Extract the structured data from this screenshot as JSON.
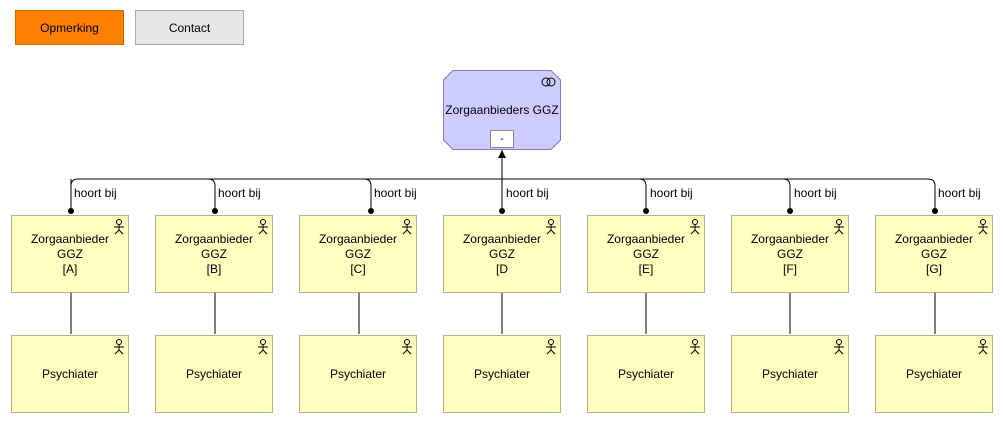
{
  "toolbar": {
    "remark_label": "Opmerking",
    "contact_label": "Contact"
  },
  "hub": {
    "title": "Zorgaanbieders GGZ",
    "collapse_label": "-"
  },
  "relation_label": "hoort bij",
  "providers": [
    {
      "line1": "Zorgaanbieder",
      "line2": "GGZ",
      "line3": "[A]"
    },
    {
      "line1": "Zorgaanbieder",
      "line2": "GGZ",
      "line3": "[B]"
    },
    {
      "line1": "Zorgaanbieder",
      "line2": "GGZ",
      "line3": "[C]"
    },
    {
      "line1": "Zorgaanbieder",
      "line2": "GGZ",
      "line3": "[D"
    },
    {
      "line1": "Zorgaanbieder",
      "line2": "GGZ",
      "line3": "[E]"
    },
    {
      "line1": "Zorgaanbieder",
      "line2": "GGZ",
      "line3": "[F]"
    },
    {
      "line1": "Zorgaanbieder",
      "line2": "GGZ",
      "line3": "[G]"
    }
  ],
  "roles": [
    {
      "label": "Psychiater"
    },
    {
      "label": "Psychiater"
    },
    {
      "label": "Psychiater"
    },
    {
      "label": "Psychiater"
    },
    {
      "label": "Psychiater"
    },
    {
      "label": "Psychiater"
    },
    {
      "label": "Psychiater"
    }
  ],
  "colors": {
    "remark_button": "#ff8000",
    "contact_button": "#e6e6e6",
    "provider_fill": "#ffffc0",
    "hub_fill": "#ccccff"
  },
  "icons": {
    "actor": "actor-icon",
    "collaboration": "collaboration-icon"
  }
}
